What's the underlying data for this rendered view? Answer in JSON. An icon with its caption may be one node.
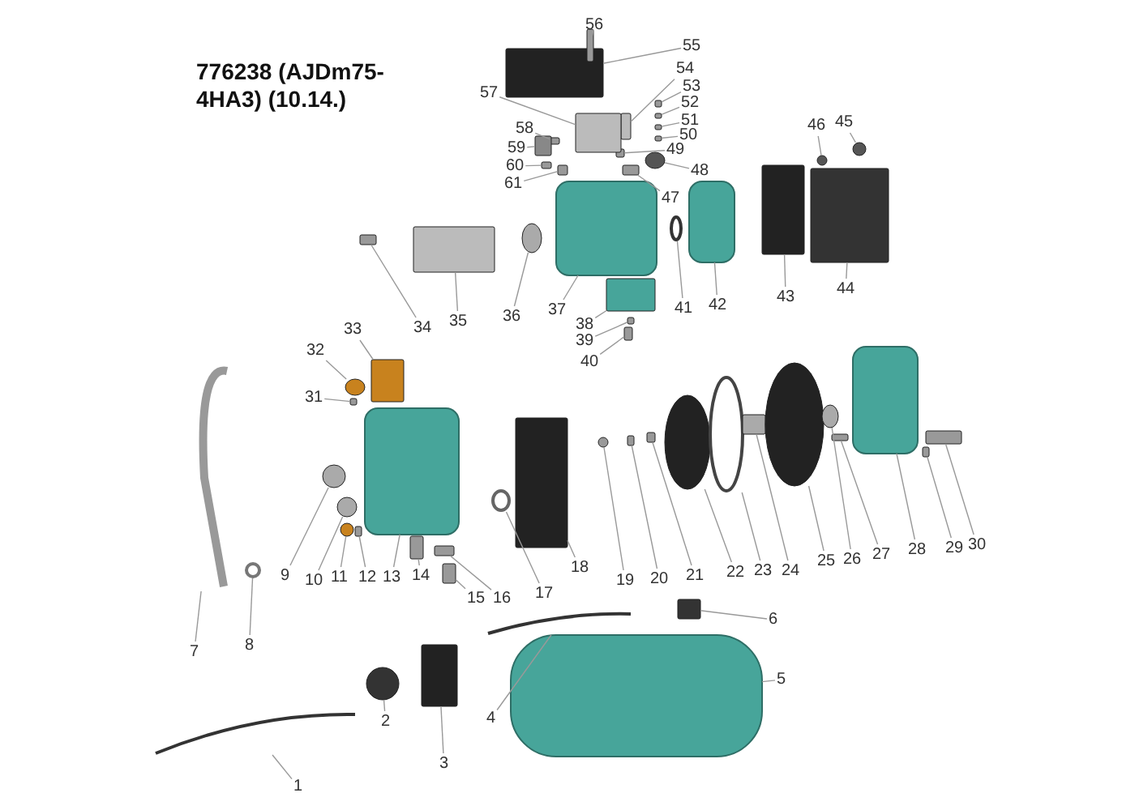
{
  "diagram": {
    "title": "776238 (AJDm75-4HA3) (10.14.)",
    "nodes": [
      {
        "text": [
          "1"
        ]
      },
      {
        "text": [
          "2"
        ]
      },
      {
        "text": [
          "3"
        ]
      },
      {
        "text": [
          "4"
        ]
      },
      {
        "text": [
          "5"
        ]
      },
      {
        "text": [
          "6"
        ]
      },
      {
        "text": [
          "7"
        ]
      },
      {
        "text": [
          "8"
        ]
      },
      {
        "text": [
          "9"
        ]
      },
      {
        "text": [
          "10"
        ]
      },
      {
        "text": [
          "11"
        ]
      },
      {
        "text": [
          "12"
        ]
      },
      {
        "text": [
          "13"
        ]
      },
      {
        "text": [
          "14"
        ]
      },
      {
        "text": [
          "15"
        ]
      },
      {
        "text": [
          "16"
        ]
      },
      {
        "text": [
          "17"
        ]
      },
      {
        "text": [
          "18"
        ]
      },
      {
        "text": [
          "19"
        ]
      },
      {
        "text": [
          "20"
        ]
      },
      {
        "text": [
          "21"
        ]
      },
      {
        "text": [
          "22"
        ]
      },
      {
        "text": [
          "23"
        ]
      },
      {
        "text": [
          "24"
        ]
      },
      {
        "text": [
          "25"
        ]
      },
      {
        "text": [
          "26"
        ]
      },
      {
        "text": [
          "27"
        ]
      },
      {
        "text": [
          "28"
        ]
      },
      {
        "text": [
          "29"
        ]
      },
      {
        "text": [
          "30"
        ]
      },
      {
        "text": [
          "31"
        ]
      },
      {
        "text": [
          "32"
        ]
      },
      {
        "text": [
          "33"
        ]
      },
      {
        "text": [
          "34"
        ]
      },
      {
        "text": [
          "35"
        ]
      },
      {
        "text": [
          "36"
        ]
      },
      {
        "text": [
          "37"
        ]
      },
      {
        "text": [
          "38"
        ]
      },
      {
        "text": [
          "39"
        ]
      },
      {
        "text": [
          "40"
        ]
      },
      {
        "text": [
          "41"
        ]
      },
      {
        "text": [
          "42"
        ]
      },
      {
        "text": [
          "43"
        ]
      },
      {
        "text": [
          "44"
        ]
      },
      {
        "text": [
          "45"
        ]
      },
      {
        "text": [
          "46"
        ]
      },
      {
        "text": [
          "47"
        ]
      },
      {
        "text": [
          "48"
        ]
      },
      {
        "text": [
          "49"
        ]
      },
      {
        "text": [
          "50"
        ]
      },
      {
        "text": [
          "51"
        ]
      },
      {
        "text": [
          "52"
        ]
      },
      {
        "text": [
          "53"
        ]
      },
      {
        "text": [
          "54"
        ]
      },
      {
        "text": [
          "55"
        ]
      },
      {
        "text": [
          "56"
        ]
      },
      {
        "text": [
          "57"
        ]
      },
      {
        "text": [
          "58"
        ]
      },
      {
        "text": [
          "59"
        ]
      },
      {
        "text": [
          "60"
        ]
      },
      {
        "text": [
          "61"
        ]
      },
      {
        "text": [],
        "shape": "picture"
      },
      {
        "text": [],
        "shape": "circle"
      },
      {
        "text": [],
        "shape": "box"
      },
      {
        "text": [],
        "shape": "picture"
      },
      {
        "text": [],
        "shape": "box"
      },
      {
        "text": [],
        "shape": "box"
      },
      {
        "text": [],
        "shape": "picture"
      },
      {
        "text": [],
        "shape": "circle"
      },
      {
        "text": [],
        "shape": "circle"
      },
      {
        "text": [],
        "shape": "circle"
      },
      {
        "text": [],
        "shape": "circle"
      },
      {
        "text": [],
        "shape": "box"
      },
      {
        "text": [],
        "shape": "box"
      },
      {
        "text": [],
        "shape": "box"
      },
      {
        "text": [],
        "shape": "box"
      },
      {
        "text": [],
        "shape": "box"
      },
      {
        "text": [],
        "shape": "circle"
      },
      {
        "text": [],
        "shape": "box"
      },
      {
        "text": [],
        "shape": "circle"
      },
      {
        "text": [],
        "shape": "box"
      },
      {
        "text": [],
        "shape": "box"
      },
      {
        "text": [],
        "shape": "circle"
      },
      {
        "text": [],
        "shape": "circle"
      },
      {
        "text": [],
        "shape": "box"
      },
      {
        "text": [],
        "shape": "circle"
      },
      {
        "text": [],
        "shape": "circle"
      },
      {
        "text": [],
        "shape": "box"
      },
      {
        "text": [],
        "shape": "box"
      },
      {
        "text": [],
        "shape": "box"
      },
      {
        "text": [],
        "shape": "box"
      },
      {
        "text": [],
        "shape": "box"
      },
      {
        "text": [],
        "shape": "circle"
      },
      {
        "text": [],
        "shape": "box"
      },
      {
        "text": [],
        "shape": "box"
      },
      {
        "text": [],
        "shape": "box"
      },
      {
        "text": [],
        "shape": "circle"
      },
      {
        "text": [],
        "shape": "box"
      },
      {
        "text": [],
        "shape": "box"
      },
      {
        "text": [],
        "shape": "box"
      },
      {
        "text": [],
        "shape": "box"
      },
      {
        "text": [],
        "shape": "circle"
      },
      {
        "text": [],
        "shape": "box"
      },
      {
        "text": [],
        "shape": "box"
      },
      {
        "text": [],
        "shape": "box"
      },
      {
        "text": [],
        "shape": "circle"
      },
      {
        "text": [],
        "shape": "circle"
      },
      {
        "text": [],
        "shape": "box"
      },
      {
        "text": [],
        "shape": "circle"
      },
      {
        "text": [],
        "shape": "box"
      },
      {
        "text": [],
        "shape": "box"
      },
      {
        "text": [],
        "shape": "box"
      },
      {
        "text": [],
        "shape": "box"
      },
      {
        "text": [],
        "shape": "box"
      },
      {
        "text": [],
        "shape": "box"
      },
      {
        "text": [],
        "shape": "box"
      },
      {
        "text": [],
        "shape": "box"
      },
      {
        "text": [],
        "shape": "box"
      },
      {
        "text": [],
        "shape": "box"
      },
      {
        "text": [],
        "shape": "box"
      },
      {
        "text": [],
        "shape": "box"
      },
      {
        "text": [],
        "shape": "box"
      }
    ],
    "edges": [
      {
        "from": 0,
        "to": 61,
        "arrow": "none"
      },
      {
        "from": 1,
        "to": 62,
        "arrow": "none"
      },
      {
        "from": 2,
        "to": 63,
        "arrow": "none"
      },
      {
        "from": 3,
        "to": 64,
        "arrow": "none"
      },
      {
        "from": 4,
        "to": 65,
        "arrow": "none"
      },
      {
        "from": 5,
        "to": 66,
        "arrow": "none"
      },
      {
        "from": 6,
        "to": 67,
        "arrow": "none"
      },
      {
        "from": 7,
        "to": 68,
        "arrow": "none"
      },
      {
        "from": 8,
        "to": 69,
        "arrow": "none"
      },
      {
        "from": 9,
        "to": 70,
        "arrow": "none"
      },
      {
        "from": 10,
        "to": 71,
        "arrow": "none"
      },
      {
        "from": 11,
        "to": 72,
        "arrow": "none"
      },
      {
        "from": 12,
        "to": 73,
        "arrow": "none"
      },
      {
        "from": 13,
        "to": 74,
        "arrow": "none"
      },
      {
        "from": 14,
        "to": 75,
        "arrow": "none"
      },
      {
        "from": 15,
        "to": 76,
        "arrow": "none"
      },
      {
        "from": 16,
        "to": 77,
        "arrow": "none"
      },
      {
        "from": 17,
        "to": 78,
        "arrow": "none"
      },
      {
        "from": 18,
        "to": 79,
        "arrow": "none"
      },
      {
        "from": 19,
        "to": 80,
        "arrow": "none"
      },
      {
        "from": 20,
        "to": 81,
        "arrow": "none"
      },
      {
        "from": 21,
        "to": 82,
        "arrow": "none"
      },
      {
        "from": 22,
        "to": 83,
        "arrow": "none"
      },
      {
        "from": 23,
        "to": 84,
        "arrow": "none"
      },
      {
        "from": 24,
        "to": 85,
        "arrow": "none"
      },
      {
        "from": 25,
        "to": 86,
        "arrow": "none"
      },
      {
        "from": 26,
        "to": 87,
        "arrow": "none"
      },
      {
        "from": 27,
        "to": 88,
        "arrow": "none"
      },
      {
        "from": 28,
        "to": 89,
        "arrow": "none"
      },
      {
        "from": 29,
        "to": 90,
        "arrow": "none"
      },
      {
        "from": 30,
        "to": 91,
        "arrow": "none"
      },
      {
        "from": 31,
        "to": 92,
        "arrow": "none"
      },
      {
        "from": 32,
        "to": 93,
        "arrow": "none"
      },
      {
        "from": 33,
        "to": 94,
        "arrow": "none"
      },
      {
        "from": 34,
        "to": 95,
        "arrow": "none"
      },
      {
        "from": 35,
        "to": 96,
        "arrow": "none"
      },
      {
        "from": 36,
        "to": 97,
        "arrow": "none"
      },
      {
        "from": 37,
        "to": 98,
        "arrow": "none"
      },
      {
        "from": 38,
        "to": 99,
        "arrow": "none"
      },
      {
        "from": 39,
        "to": 100,
        "arrow": "none"
      },
      {
        "from": 40,
        "to": 101,
        "arrow": "none"
      },
      {
        "from": 41,
        "to": 102,
        "arrow": "none"
      },
      {
        "from": 42,
        "to": 103,
        "arrow": "none"
      },
      {
        "from": 43,
        "to": 104,
        "arrow": "none"
      },
      {
        "from": 44,
        "to": 105,
        "arrow": "none"
      },
      {
        "from": 45,
        "to": 106,
        "arrow": "none"
      },
      {
        "from": 46,
        "to": 107,
        "arrow": "none"
      },
      {
        "from": 47,
        "to": 108,
        "arrow": "none"
      },
      {
        "from": 48,
        "to": 109,
        "arrow": "none"
      },
      {
        "from": 49,
        "to": 110,
        "arrow": "none"
      },
      {
        "from": 50,
        "to": 111,
        "arrow": "none"
      },
      {
        "from": 51,
        "to": 112,
        "arrow": "none"
      },
      {
        "from": 52,
        "to": 113,
        "arrow": "none"
      },
      {
        "from": 53,
        "to": 114,
        "arrow": "none"
      },
      {
        "from": 54,
        "to": 115,
        "arrow": "none"
      },
      {
        "from": 55,
        "to": 116,
        "arrow": "none"
      },
      {
        "from": 56,
        "to": 117,
        "arrow": "none"
      },
      {
        "from": 57,
        "to": 118,
        "arrow": "none"
      },
      {
        "from": 58,
        "to": 119,
        "arrow": "none"
      },
      {
        "from": 59,
        "to": 120,
        "arrow": "none"
      },
      {
        "from": 60,
        "to": 121,
        "arrow": "none"
      }
    ]
  }
}
